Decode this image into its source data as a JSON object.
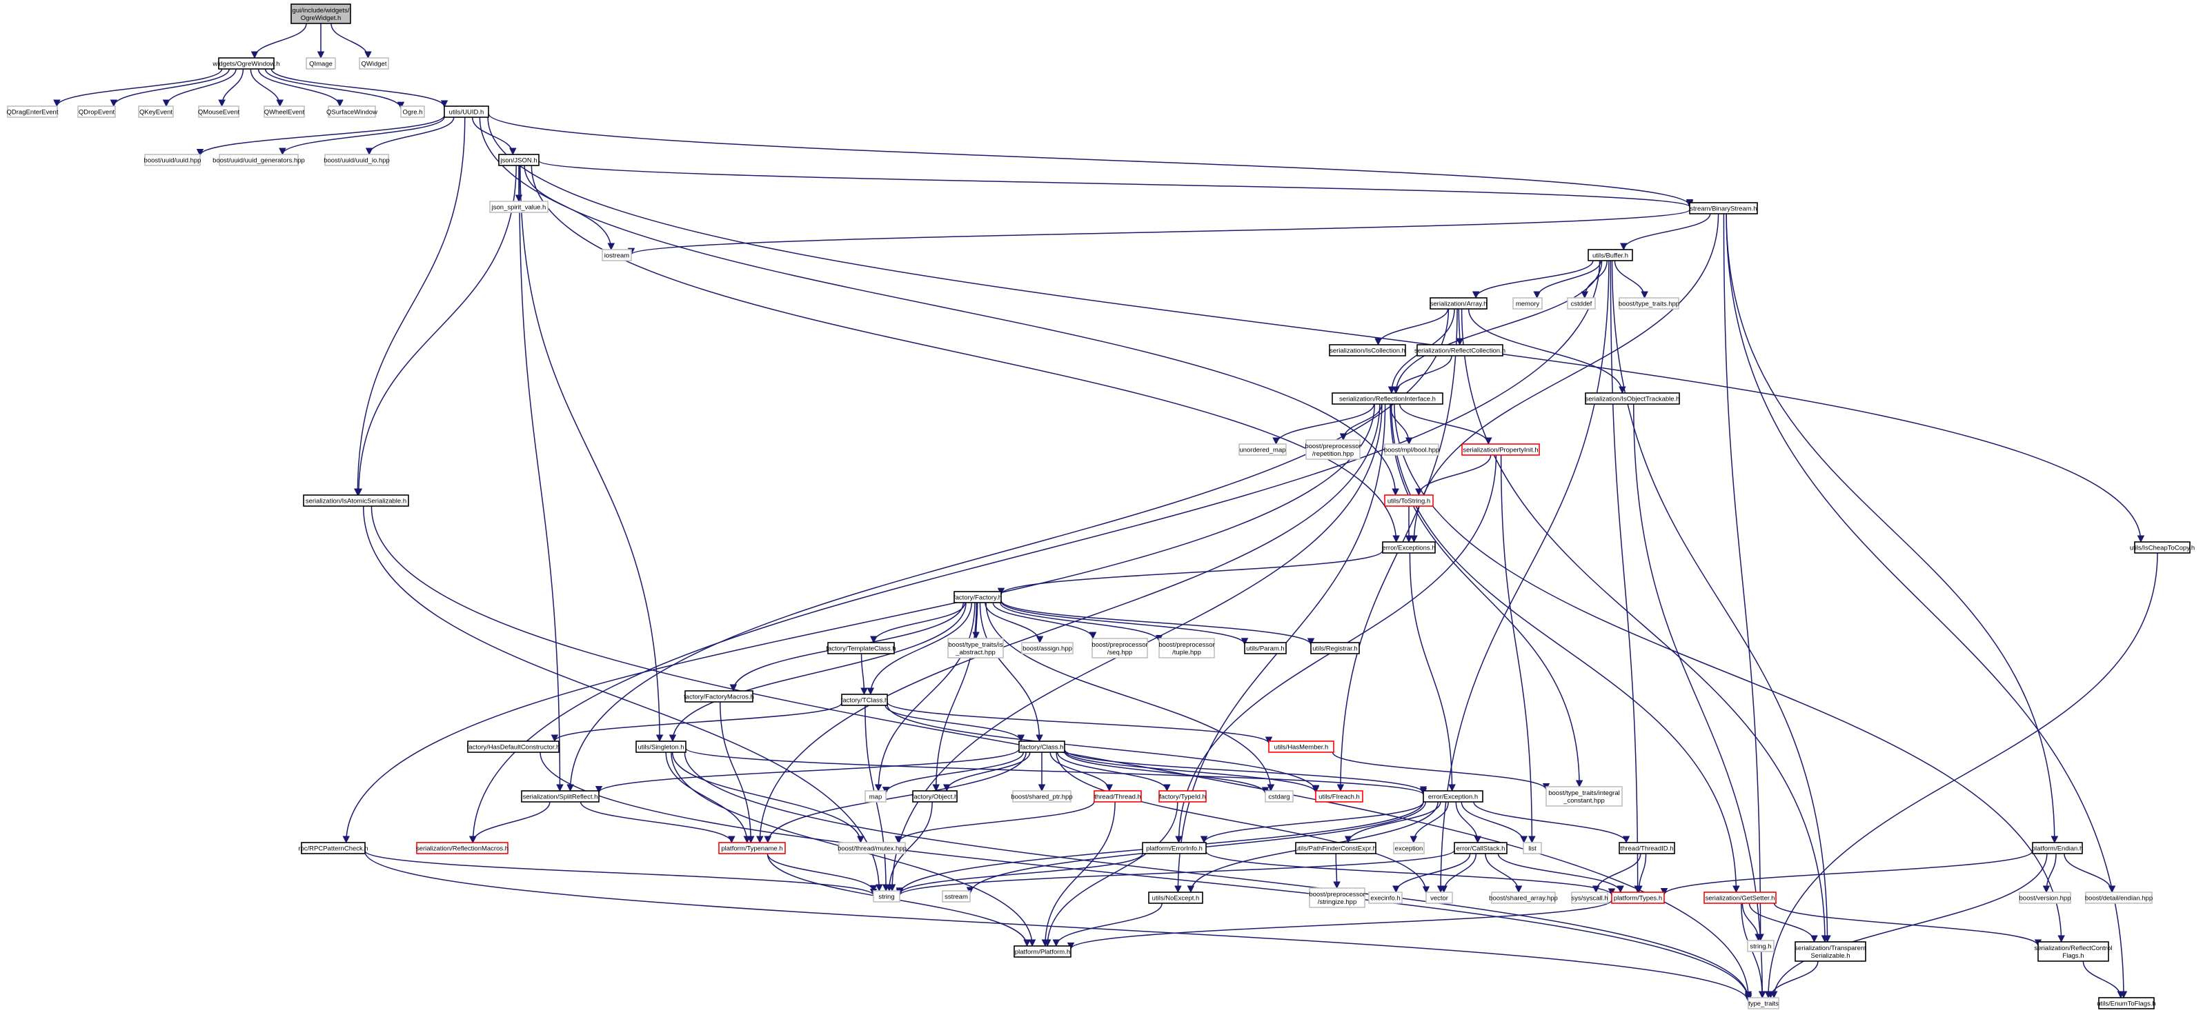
{
  "colors": {
    "edge": "#191970",
    "root_fill": "#bfbfbf",
    "root_border": "#000000",
    "documented_border": "#000000",
    "missing_border": "#ff0000",
    "external_border": "#bfbfbf",
    "text": "#000000",
    "background": "#ffffff"
  },
  "nodes": [
    {
      "id": "gui",
      "lines": [
        "gui/include/widgets/",
        "OgreWidget.h"
      ],
      "kind": "root"
    },
    {
      "id": "ogrewin",
      "lines": [
        "widgets/OgreWindow.h"
      ],
      "kind": "doc"
    },
    {
      "id": "qimage",
      "lines": [
        "QImage"
      ],
      "kind": "ext"
    },
    {
      "id": "qwidget",
      "lines": [
        "QWidget"
      ],
      "kind": "ext"
    },
    {
      "id": "qdragenter",
      "lines": [
        "QDragEnterEvent"
      ],
      "kind": "ext"
    },
    {
      "id": "qdrop",
      "lines": [
        "QDropEvent"
      ],
      "kind": "ext"
    },
    {
      "id": "qkey",
      "lines": [
        "QKeyEvent"
      ],
      "kind": "ext"
    },
    {
      "id": "qmouse",
      "lines": [
        "QMouseEvent"
      ],
      "kind": "ext"
    },
    {
      "id": "qwheel",
      "lines": [
        "QWheelEvent"
      ],
      "kind": "ext"
    },
    {
      "id": "qsurface",
      "lines": [
        "QSurfaceWindow"
      ],
      "kind": "ext"
    },
    {
      "id": "ogreh",
      "lines": [
        "Ogre.h"
      ],
      "kind": "ext"
    },
    {
      "id": "uuid",
      "lines": [
        "utils/UUID.h"
      ],
      "kind": "doc"
    },
    {
      "id": "buuid",
      "lines": [
        "boost/uuid/uuid.hpp"
      ],
      "kind": "ext"
    },
    {
      "id": "buuidgen",
      "lines": [
        "boost/uuid/uuid_generators.hpp"
      ],
      "kind": "ext"
    },
    {
      "id": "buuidio",
      "lines": [
        "boost/uuid/uuid_io.hpp"
      ],
      "kind": "ext"
    },
    {
      "id": "json",
      "lines": [
        "json/JSON.h"
      ],
      "kind": "doc"
    },
    {
      "id": "jsonspirit",
      "lines": [
        "json_spirit_value.h"
      ],
      "kind": "ext"
    },
    {
      "id": "iostream",
      "lines": [
        "iostream"
      ],
      "kind": "ext"
    },
    {
      "id": "binstream",
      "lines": [
        "stream/BinaryStream.h"
      ],
      "kind": "doc"
    },
    {
      "id": "buffer",
      "lines": [
        "utils/Buffer.h"
      ],
      "kind": "doc"
    },
    {
      "id": "memory",
      "lines": [
        "memory"
      ],
      "kind": "ext"
    },
    {
      "id": "cstddef",
      "lines": [
        "cstddef"
      ],
      "kind": "ext"
    },
    {
      "id": "btypetraits",
      "lines": [
        "boost/type_traits.hpp"
      ],
      "kind": "ext"
    },
    {
      "id": "sarray",
      "lines": [
        "serialization/Array.h"
      ],
      "kind": "doc"
    },
    {
      "id": "siscoll",
      "lines": [
        "serialization/IsCollection.h"
      ],
      "kind": "doc"
    },
    {
      "id": "sreflcoll",
      "lines": [
        "serialization/ReflectCollection.h"
      ],
      "kind": "doc"
    },
    {
      "id": "sobjtrack",
      "lines": [
        "serialization/IsObjectTrackable.h"
      ],
      "kind": "doc"
    },
    {
      "id": "srefliface",
      "lines": [
        "serialization/ReflectionInterface.h"
      ],
      "kind": "doc"
    },
    {
      "id": "unorderedmap",
      "lines": [
        "unordered_map"
      ],
      "kind": "ext"
    },
    {
      "id": "bpprepeat",
      "lines": [
        "boost/preprocessor",
        "/repetition.hpp"
      ],
      "kind": "ext"
    },
    {
      "id": "bmplbool",
      "lines": [
        "boost/mpl/bool.hpp"
      ],
      "kind": "ext"
    },
    {
      "id": "spropinit",
      "lines": [
        "serialization/PropertyInit.h"
      ],
      "kind": "missing"
    },
    {
      "id": "satomic",
      "lines": [
        "serialization/IsAtomicSerializable.h"
      ],
      "kind": "doc"
    },
    {
      "id": "tostring",
      "lines": [
        "utils/ToString.h"
      ],
      "kind": "missing"
    },
    {
      "id": "errexc",
      "lines": [
        "error/Exceptions.h"
      ],
      "kind": "doc"
    },
    {
      "id": "ischeap",
      "lines": [
        "utils/IsCheapToCopy.h"
      ],
      "kind": "doc"
    },
    {
      "id": "factory",
      "lines": [
        "factory/Factory.h"
      ],
      "kind": "doc"
    },
    {
      "id": "btypeabs",
      "lines": [
        "boost/type_traits/is",
        "_abstract.hpp"
      ],
      "kind": "ext"
    },
    {
      "id": "bassign",
      "lines": [
        "boost/assign.hpp"
      ],
      "kind": "ext"
    },
    {
      "id": "bppseq",
      "lines": [
        "boost/preprocessor",
        "/seq.hpp"
      ],
      "kind": "ext"
    },
    {
      "id": "bpptuple",
      "lines": [
        "boost/preprocessor",
        "/tuple.hpp"
      ],
      "kind": "ext"
    },
    {
      "id": "param",
      "lines": [
        "utils/Param.h"
      ],
      "kind": "doc"
    },
    {
      "id": "registrar",
      "lines": [
        "utils/Registrar.h"
      ],
      "kind": "doc"
    },
    {
      "id": "templclass",
      "lines": [
        "factory/TemplateClass.h"
      ],
      "kind": "doc"
    },
    {
      "id": "factmacros",
      "lines": [
        "factory/FactoryMacros.h"
      ],
      "kind": "doc"
    },
    {
      "id": "tclass",
      "lines": [
        "factory/TClass.h"
      ],
      "kind": "doc"
    },
    {
      "id": "hasmember",
      "lines": [
        "utils/HasMember.h"
      ],
      "kind": "missing"
    },
    {
      "id": "hasdefctor",
      "lines": [
        "factory/HasDefaultConstructor.h"
      ],
      "kind": "doc"
    },
    {
      "id": "singleton",
      "lines": [
        "utils/Singleton.h"
      ],
      "kind": "doc"
    },
    {
      "id": "btypeintegral",
      "lines": [
        "boost/type_traits/integral",
        "_constant.hpp"
      ],
      "kind": "ext"
    },
    {
      "id": "fclass",
      "lines": [
        "factory/Class.h"
      ],
      "kind": "doc"
    },
    {
      "id": "map",
      "lines": [
        "map"
      ],
      "kind": "ext"
    },
    {
      "id": "fobject",
      "lines": [
        "factory/Object.h"
      ],
      "kind": "doc"
    },
    {
      "id": "bsharedptr",
      "lines": [
        "boost/shared_ptr.hpp"
      ],
      "kind": "ext"
    },
    {
      "id": "thread",
      "lines": [
        "thread/Thread.h"
      ],
      "kind": "missing"
    },
    {
      "id": "ftypeid",
      "lines": [
        "factory/TypeId.h"
      ],
      "kind": "missing"
    },
    {
      "id": "cstdarg",
      "lines": [
        "cstdarg"
      ],
      "kind": "ext"
    },
    {
      "id": "fireach",
      "lines": [
        "utils/FIreach.h"
      ],
      "kind": "missing"
    },
    {
      "id": "errexception",
      "lines": [
        "error/Exception.h"
      ],
      "kind": "doc"
    },
    {
      "id": "splitrefl",
      "lines": [
        "serialization/SplitReflect.h"
      ],
      "kind": "doc"
    },
    {
      "id": "reflmacros",
      "lines": [
        "serialization/ReflectionMacros.h"
      ],
      "kind": "missing"
    },
    {
      "id": "typename",
      "lines": [
        "platform/Typename.h"
      ],
      "kind": "missing"
    },
    {
      "id": "bthreadmutex",
      "lines": [
        "boost/thread/mutex.hpp"
      ],
      "kind": "ext"
    },
    {
      "id": "rpcpattern",
      "lines": [
        "rpc/RPCPatternCheck.h"
      ],
      "kind": "doc"
    },
    {
      "id": "string",
      "lines": [
        "string"
      ],
      "kind": "ext"
    },
    {
      "id": "sstream",
      "lines": [
        "sstream"
      ],
      "kind": "ext"
    },
    {
      "id": "errno",
      "lines": [
        "platform/ErrorInfo.h"
      ],
      "kind": "doc"
    },
    {
      "id": "pathfinder",
      "lines": [
        "utils/PathFinderConstExpr.h"
      ],
      "kind": "doc"
    },
    {
      "id": "bppstringize",
      "lines": [
        "boost/preprocessor",
        "/stringize.hpp"
      ],
      "kind": "ext"
    },
    {
      "id": "exception",
      "lines": [
        "exception"
      ],
      "kind": "ext"
    },
    {
      "id": "callstack",
      "lines": [
        "error/CallStack.h"
      ],
      "kind": "doc"
    },
    {
      "id": "list",
      "lines": [
        "list"
      ],
      "kind": "ext"
    },
    {
      "id": "threadid",
      "lines": [
        "thread/ThreadID.h"
      ],
      "kind": "doc"
    },
    {
      "id": "execinfo",
      "lines": [
        "execinfo.h"
      ],
      "kind": "ext"
    },
    {
      "id": "vector",
      "lines": [
        "vector"
      ],
      "kind": "ext"
    },
    {
      "id": "bsharedarray",
      "lines": [
        "boost/shared_array.hpp"
      ],
      "kind": "ext"
    },
    {
      "id": "syscall",
      "lines": [
        "sys/syscall.h"
      ],
      "kind": "ext"
    },
    {
      "id": "ptypes",
      "lines": [
        "platform/Types.h"
      ],
      "kind": "missing"
    },
    {
      "id": "getset",
      "lines": [
        "serialization/GetSetter.h"
      ],
      "kind": "missing"
    },
    {
      "id": "noexcept",
      "lines": [
        "utils/NoExcept.h"
      ],
      "kind": "doc"
    },
    {
      "id": "pendian",
      "lines": [
        "platform/Endian.h"
      ],
      "kind": "doc"
    },
    {
      "id": "bversion",
      "lines": [
        "boost/version.hpp"
      ],
      "kind": "ext"
    },
    {
      "id": "bendian",
      "lines": [
        "boost/detail/endian.hpp"
      ],
      "kind": "ext"
    },
    {
      "id": "stringh",
      "lines": [
        "string.h"
      ],
      "kind": "ext"
    },
    {
      "id": "transpser",
      "lines": [
        "serialization/Transparent",
        "Serializable.h"
      ],
      "kind": "doc"
    },
    {
      "id": "reflctrl",
      "lines": [
        "serialization/ReflectControl",
        "Flags.h"
      ],
      "kind": "doc"
    },
    {
      "id": "platform",
      "lines": [
        "platform/Platform.h"
      ],
      "kind": "doc"
    },
    {
      "id": "typetraits",
      "lines": [
        "type_traits"
      ],
      "kind": "ext"
    },
    {
      "id": "enumtoflags",
      "lines": [
        "utils/EnumToFlags.h"
      ],
      "kind": "doc"
    }
  ]
}
